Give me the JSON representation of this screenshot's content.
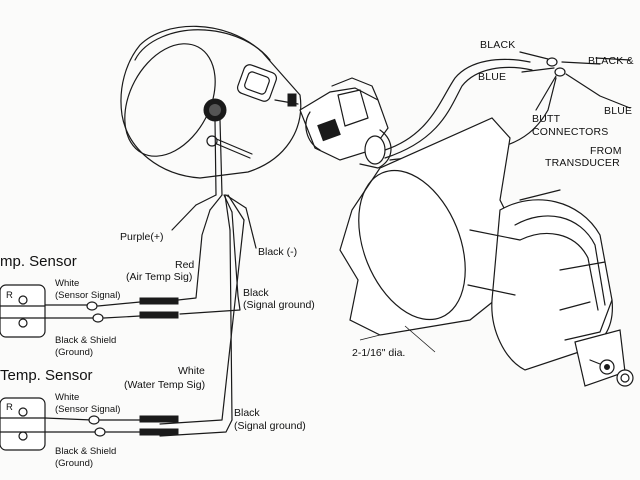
{
  "labels": {
    "wire_black_left": "BLACK",
    "wire_black_right": "BLACK &",
    "wire_blue_left": "BLUE",
    "wire_blue_right": "BLUE",
    "butt_connectors_1": "BUTT",
    "butt_connectors_2": "CONNECTORS",
    "from_transducer_1": "FROM",
    "from_transducer_2": "TRANSDUCER",
    "purple": "Purple(+)",
    "red": "Red",
    "air_temp_sig": "(Air Temp Sig)",
    "black_neg": "Black (-)",
    "black_1": "Black",
    "signal_ground_1": "(Signal ground)",
    "white_water": "White",
    "water_temp_sig": "(Water Temp Sig)",
    "black_2": "Black",
    "signal_ground_2": "(Signal ground)",
    "mount_hole": "2-1/16\" dia."
  },
  "sensors": [
    {
      "heading": "mp. Sensor",
      "white_label": "White",
      "sensor_signal": "(Sensor Signal)",
      "black_shield": "Black & Shield",
      "ground": "(Ground)"
    },
    {
      "heading": "Temp. Sensor",
      "white_label": "White",
      "sensor_signal": "(Sensor Signal)",
      "black_shield": "Black & Shield",
      "ground": "(Ground)"
    }
  ]
}
